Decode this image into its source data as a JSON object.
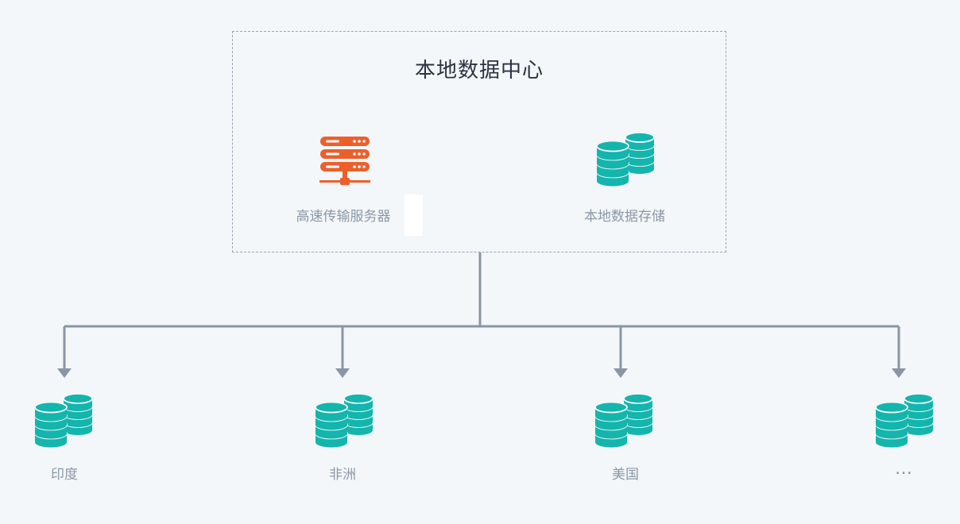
{
  "datacenter": {
    "title": "本地数据中心",
    "server_label": "高速传输服务器",
    "storage_label": "本地数据存储"
  },
  "regions": [
    {
      "label": "印度",
      "icon": "database-icon"
    },
    {
      "label": "非洲",
      "icon": "database-icon"
    },
    {
      "label": "美国",
      "icon": "database-icon"
    },
    {
      "label": "…",
      "icon": "database-icon"
    }
  ],
  "colors": {
    "background": "#f3f7fa",
    "server_orange": "#ec5f2b",
    "storage_teal": "#14b5ad",
    "connector_gray": "#8a96a5"
  }
}
